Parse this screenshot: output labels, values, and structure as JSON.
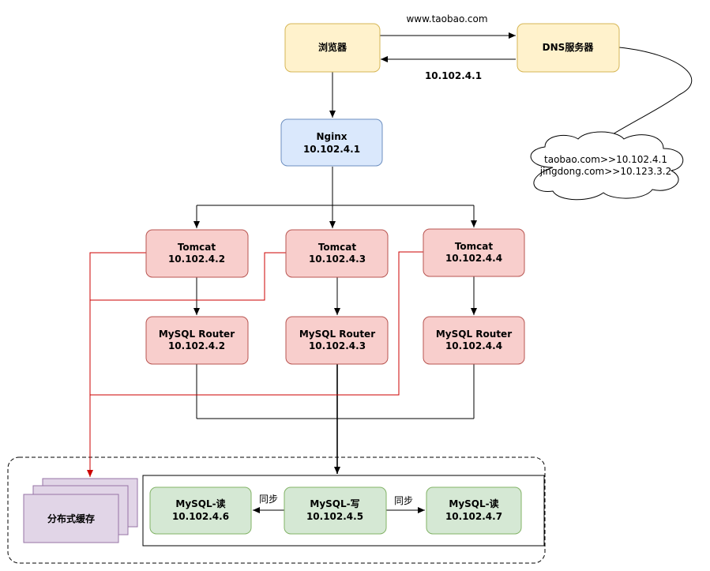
{
  "colors": {
    "yellow_fill": "#fff2cc",
    "yellow_stroke": "#d6b656",
    "blue_fill": "#dae8fc",
    "blue_stroke": "#6c8ebf",
    "red_fill": "#f8cecc",
    "red_stroke": "#b85450",
    "green_fill": "#d5e8d4",
    "green_stroke": "#82b366",
    "purple_fill": "#e1d5e7",
    "purple_stroke": "#9673a6",
    "edge": "#000000",
    "cache_edge": "#cc0000"
  },
  "nodes": {
    "browser": {
      "label": "浏览器"
    },
    "dns": {
      "label": "DNS服务器"
    },
    "nginx": {
      "title": "Nginx",
      "ip": "10.102.4.1"
    },
    "tomcats": [
      {
        "title": "Tomcat",
        "ip": "10.102.4.2"
      },
      {
        "title": "Tomcat",
        "ip": "10.102.4.3"
      },
      {
        "title": "Tomcat",
        "ip": "10.102.4.4"
      }
    ],
    "routers": [
      {
        "title": "MySQL Router",
        "ip": "10.102.4.2"
      },
      {
        "title": "MySQL Router",
        "ip": "10.102.4.3"
      },
      {
        "title": "MySQL Router",
        "ip": "10.102.4.4"
      }
    ],
    "mysql_read_left": {
      "title": "MySQL-读",
      "ip": "10.102.4.6"
    },
    "mysql_write": {
      "title": "MySQL-写",
      "ip": "10.102.4.5"
    },
    "mysql_read_right": {
      "title": "MySQL-读",
      "ip": "10.102.4.7"
    },
    "cache": {
      "label": "分布式缓存"
    },
    "dns_cloud": {
      "lines": [
        "taobao.com>>10.102.4.1",
        "jingdong.com>>10.123.3.2"
      ]
    }
  },
  "edge_labels": {
    "request_domain": "www.taobao.com",
    "response_ip": "10.102.4.1",
    "sync_left": "同步",
    "sync_right": "同步"
  }
}
